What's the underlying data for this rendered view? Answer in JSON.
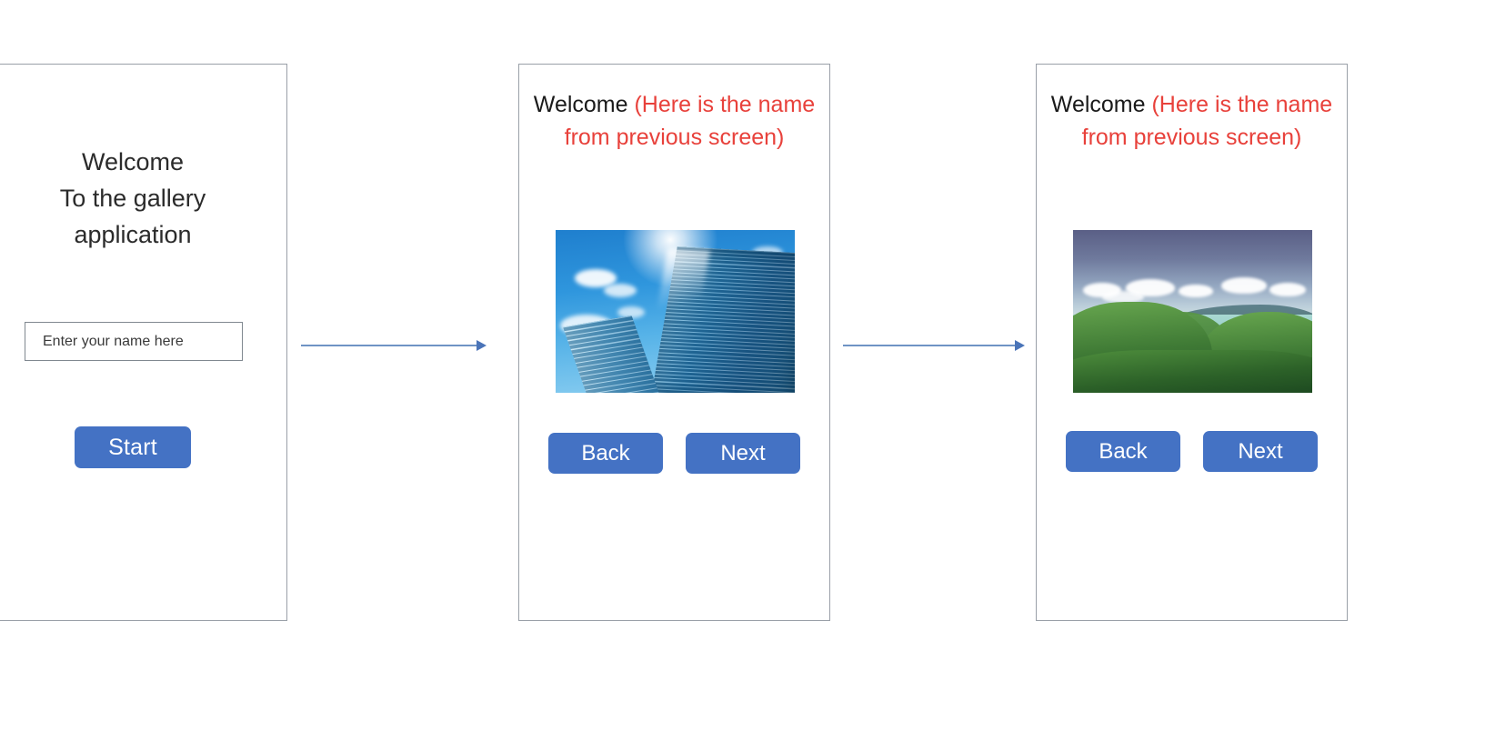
{
  "diagram": {
    "title": "Gallery application screen flow wireframe",
    "colors": {
      "button_blue": "#4472C4",
      "highlight_red": "#E8413B",
      "frame_border": "#9AA0A8",
      "arrow_blue": "#6F93C4",
      "text_dark": "#2B2B2B"
    }
  },
  "screens": [
    {
      "id": "screen-1",
      "name": "welcome-entry-screen",
      "welcome_lines": [
        "Welcome",
        "To the gallery",
        "application"
      ],
      "input": {
        "placeholder": "Enter your name here",
        "value": ""
      },
      "start_button": "Start"
    },
    {
      "id": "screen-2",
      "name": "gallery-screen-city",
      "title_static": "Welcome ",
      "title_highlight": "(Here is the name from previous screen)",
      "image_alt": "city-skyscrapers-photo",
      "buttons": {
        "back": "Back",
        "next": "Next"
      }
    },
    {
      "id": "screen-3",
      "name": "gallery-screen-landscape",
      "title_static": "Welcome ",
      "title_highlight": "(Here is the name from previous screen)",
      "image_alt": "tropical-coastal-landscape-photo",
      "buttons": {
        "back": "Back",
        "next": "Next"
      }
    }
  ],
  "connectors": [
    {
      "name": "arrow-screen1-to-screen2"
    },
    {
      "name": "arrow-screen2-to-screen3"
    }
  ]
}
